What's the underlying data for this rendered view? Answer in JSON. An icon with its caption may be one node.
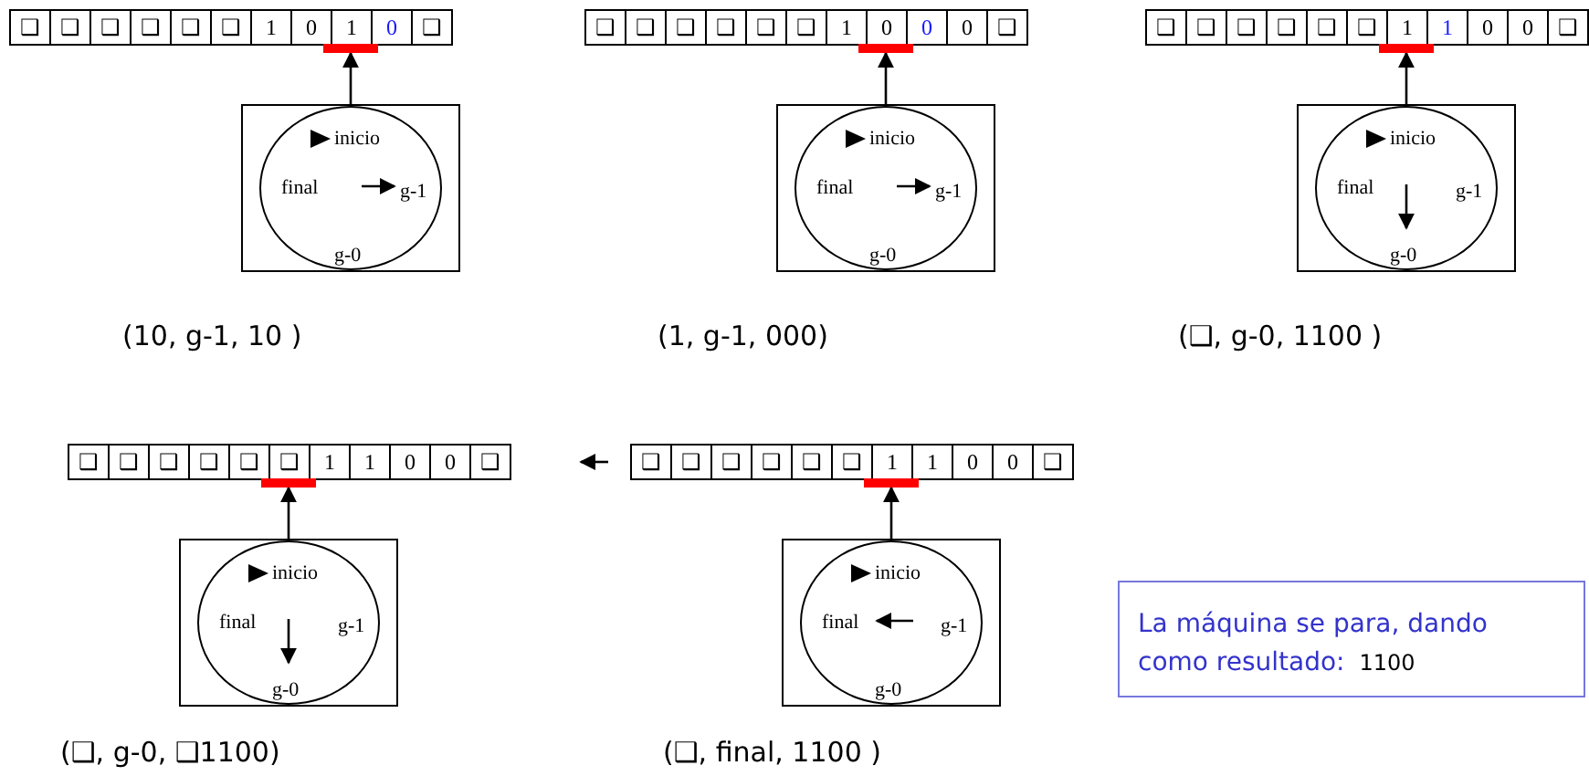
{
  "diagram": {
    "nodes": [
      {
        "text": [
          "❑"
        ]
      },
      {
        "text": [
          "❑"
        ]
      },
      {
        "text": [
          "❑"
        ]
      },
      {
        "text": [
          "❑"
        ]
      },
      {
        "text": [
          "❑"
        ]
      },
      {
        "text": [
          "❑"
        ]
      },
      {
        "text": [
          "1"
        ]
      },
      {
        "text": [
          "0"
        ]
      },
      {
        "text": [
          "1"
        ]
      },
      {
        "text": [
          "0"
        ]
      },
      {
        "text": [
          "❑"
        ]
      },
      {
        "text": [],
        "shape": "bar"
      },
      {
        "text": [],
        "shape": "box"
      },
      {
        "text": [
          "inicio",
          "final",
          "g-1",
          "g-0"
        ],
        "in": 12
      },
      {
        "text": [
          "❑"
        ]
      },
      {
        "text": [
          "❑"
        ]
      },
      {
        "text": [
          "❑"
        ]
      },
      {
        "text": [
          "❑"
        ]
      },
      {
        "text": [
          "❑"
        ]
      },
      {
        "text": [
          "❑"
        ]
      },
      {
        "text": [
          "1"
        ]
      },
      {
        "text": [
          "0"
        ]
      },
      {
        "text": [
          "0"
        ]
      },
      {
        "text": [
          "0"
        ]
      },
      {
        "text": [
          "❑"
        ]
      },
      {
        "text": [],
        "shape": "bar"
      },
      {
        "text": [],
        "shape": "box"
      },
      {
        "text": [
          "inicio",
          "final",
          "g-1",
          "g-0"
        ],
        "in": 26
      },
      {
        "text": [
          "❑"
        ]
      },
      {
        "text": [
          "❑"
        ]
      },
      {
        "text": [
          "❑"
        ]
      },
      {
        "text": [
          "❑"
        ]
      },
      {
        "text": [
          "❑"
        ]
      },
      {
        "text": [
          "❑"
        ]
      },
      {
        "text": [
          "1"
        ]
      },
      {
        "text": [
          "1"
        ]
      },
      {
        "text": [
          "0"
        ]
      },
      {
        "text": [
          "0"
        ]
      },
      {
        "text": [
          "❑"
        ]
      },
      {
        "text": [],
        "shape": "bar"
      },
      {
        "text": [],
        "shape": "box"
      },
      {
        "text": [
          "inicio",
          "final",
          "g-1",
          "g-0"
        ],
        "in": 40
      },
      {
        "text": [
          "❑"
        ]
      },
      {
        "text": [
          "❑"
        ]
      },
      {
        "text": [
          "❑"
        ]
      },
      {
        "text": [
          "❑"
        ]
      },
      {
        "text": [
          "❑"
        ]
      },
      {
        "text": [
          "❑"
        ]
      },
      {
        "text": [
          "1"
        ]
      },
      {
        "text": [
          "1"
        ]
      },
      {
        "text": [
          "0"
        ]
      },
      {
        "text": [
          "0"
        ]
      },
      {
        "text": [
          "❑"
        ]
      },
      {
        "text": [],
        "shape": "bar"
      },
      {
        "text": [],
        "shape": "box"
      },
      {
        "text": [
          "inicio",
          "final",
          "g-1",
          "g-0"
        ],
        "in": 54
      },
      {
        "text": [
          "❑"
        ]
      },
      {
        "text": [
          "❑"
        ]
      },
      {
        "text": [
          "❑"
        ]
      },
      {
        "text": [
          "❑"
        ]
      },
      {
        "text": [
          "❑"
        ]
      },
      {
        "text": [
          "❑"
        ]
      },
      {
        "text": [
          "1"
        ]
      },
      {
        "text": [
          "1"
        ]
      },
      {
        "text": [
          "0"
        ]
      },
      {
        "text": [
          "0"
        ]
      },
      {
        "text": [
          "❑"
        ]
      },
      {
        "text": [],
        "shape": "bar"
      },
      {
        "text": [],
        "shape": "box"
      },
      {
        "text": [
          "inicio",
          "final",
          "g-1",
          "g-0"
        ],
        "in": 68
      },
      {
        "text": [
          "La máquina se para, dando como resultado:",
          "1100"
        ]
      }
    ],
    "edges": [
      {
        "from": 13,
        "to": 11,
        "arrow": "to"
      },
      {
        "from": 27,
        "to": 25,
        "arrow": "to"
      },
      {
        "from": 41,
        "to": 39,
        "arrow": "to"
      },
      {
        "from": 55,
        "to": 53,
        "arrow": "to"
      },
      {
        "from": 69,
        "to": 67,
        "arrow": "to"
      }
    ],
    "labels": [
      "(10, g-1, 10 )",
      "(1, g-1, 000)",
      "(❑, g-0, 1100 )",
      "(❑, g-0, ❑1100)",
      "(❑, final, 1100 )"
    ]
  }
}
